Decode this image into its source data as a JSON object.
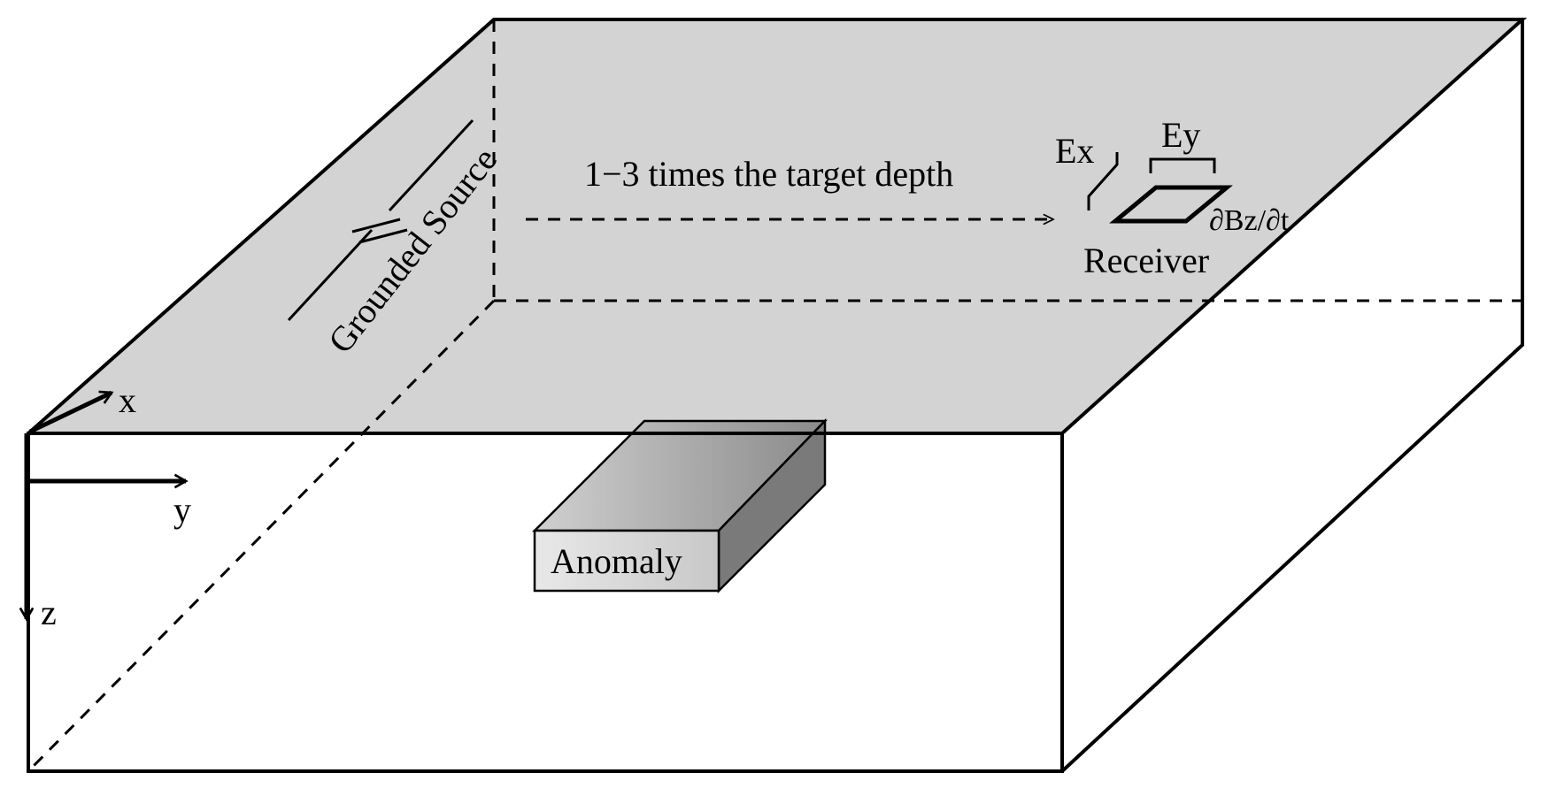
{
  "labels": {
    "grounded_source": "Grounded Source",
    "distance_note": "1−3 times the target depth",
    "ex": "Ex",
    "ey": "Ey",
    "dbz_dt": "∂Bz/∂t",
    "receiver": "Receiver",
    "anomaly": "Anomaly",
    "axis_x": "x",
    "axis_y": "y",
    "axis_z": "z"
  },
  "colors": {
    "top_surface": "#d3d3d3",
    "outline": "#000000",
    "background": "#ffffff",
    "anomaly_front": "#d9d9d9",
    "anomaly_top_light": "#d0d0d0",
    "anomaly_top_dark": "#8a8a8a",
    "anomaly_side": "#7a7a7a"
  }
}
